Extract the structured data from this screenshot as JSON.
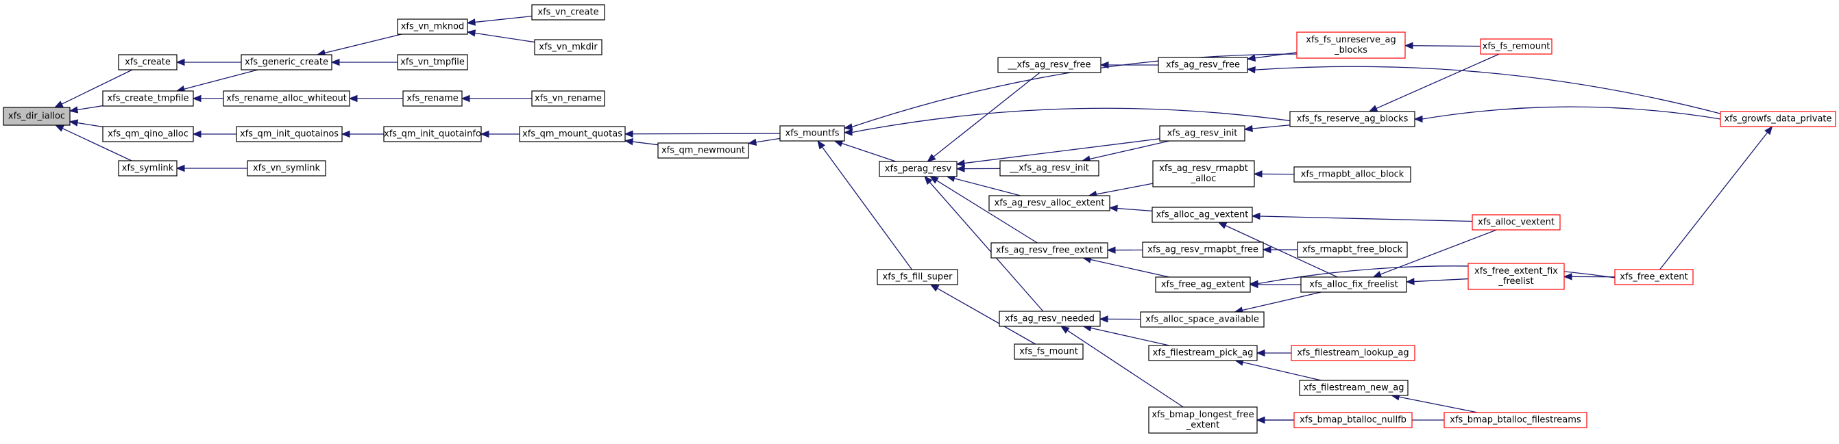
{
  "graph": {
    "colors": {
      "edge": "#191970",
      "truncated_border": "#ff0000",
      "root_fill": "#bfbfbf",
      "node_border": "#000000"
    },
    "nodes": [
      {
        "id": "xfs_dir_ialloc",
        "lines": [
          "xfs_dir_ialloc"
        ],
        "root": true
      },
      {
        "id": "xfs_create",
        "lines": [
          "xfs_create"
        ]
      },
      {
        "id": "xfs_create_tmpfile",
        "lines": [
          "xfs_create_tmpfile"
        ]
      },
      {
        "id": "xfs_qm_qino_alloc",
        "lines": [
          "xfs_qm_qino_alloc"
        ]
      },
      {
        "id": "xfs_symlink",
        "lines": [
          "xfs_symlink"
        ]
      },
      {
        "id": "xfs_generic_create",
        "lines": [
          "xfs_generic_create"
        ]
      },
      {
        "id": "xfs_rename_alloc_whiteout",
        "lines": [
          "xfs_rename_alloc_whiteout"
        ]
      },
      {
        "id": "xfs_qm_init_quotainos",
        "lines": [
          "xfs_qm_init_quotainos"
        ]
      },
      {
        "id": "xfs_vn_symlink",
        "lines": [
          "xfs_vn_symlink"
        ]
      },
      {
        "id": "xfs_vn_mknod",
        "lines": [
          "xfs_vn_mknod"
        ]
      },
      {
        "id": "xfs_vn_tmpfile",
        "lines": [
          "xfs_vn_tmpfile"
        ]
      },
      {
        "id": "xfs_rename",
        "lines": [
          "xfs_rename"
        ]
      },
      {
        "id": "xfs_qm_init_quotainfo",
        "lines": [
          "xfs_qm_init_quotainfo"
        ]
      },
      {
        "id": "xfs_vn_create",
        "lines": [
          "xfs_vn_create"
        ]
      },
      {
        "id": "xfs_vn_mkdir",
        "lines": [
          "xfs_vn_mkdir"
        ]
      },
      {
        "id": "xfs_vn_rename",
        "lines": [
          "xfs_vn_rename"
        ]
      },
      {
        "id": "xfs_qm_mount_quotas",
        "lines": [
          "xfs_qm_mount_quotas"
        ]
      },
      {
        "id": "xfs_qm_newmount",
        "lines": [
          "xfs_qm_newmount"
        ]
      },
      {
        "id": "xfs_mountfs",
        "lines": [
          "xfs_mountfs"
        ]
      },
      {
        "id": "xfs_fs_fill_super",
        "lines": [
          "xfs_fs_fill_super"
        ]
      },
      {
        "id": "xfs_fs_mount",
        "lines": [
          "xfs_fs_mount"
        ]
      },
      {
        "id": "xfs_perag_resv",
        "lines": [
          "xfs_perag_resv"
        ]
      },
      {
        "id": "__xfs_ag_resv_free",
        "lines": [
          "__xfs_ag_resv_free"
        ]
      },
      {
        "id": "__xfs_ag_resv_init",
        "lines": [
          "__xfs_ag_resv_init"
        ]
      },
      {
        "id": "xfs_ag_resv_alloc_extent",
        "lines": [
          "xfs_ag_resv_alloc_extent"
        ]
      },
      {
        "id": "xfs_ag_resv_free_extent",
        "lines": [
          "xfs_ag_resv_free_extent"
        ]
      },
      {
        "id": "xfs_ag_resv_needed",
        "lines": [
          "xfs_ag_resv_needed"
        ]
      },
      {
        "id": "xfs_ag_resv_free",
        "lines": [
          "xfs_ag_resv_free"
        ]
      },
      {
        "id": "xfs_ag_resv_init",
        "lines": [
          "xfs_ag_resv_init"
        ]
      },
      {
        "id": "xfs_ag_resv_rmapbt_alloc",
        "lines": [
          "xfs_ag_resv_rmapbt",
          "_alloc"
        ]
      },
      {
        "id": "xfs_alloc_ag_vextent",
        "lines": [
          "xfs_alloc_ag_vextent"
        ]
      },
      {
        "id": "xfs_ag_resv_rmapbt_free",
        "lines": [
          "xfs_ag_resv_rmapbt_free"
        ]
      },
      {
        "id": "xfs_free_ag_extent",
        "lines": [
          "xfs_free_ag_extent"
        ]
      },
      {
        "id": "xfs_alloc_space_available",
        "lines": [
          "xfs_alloc_space_available"
        ]
      },
      {
        "id": "xfs_filestream_pick_ag",
        "lines": [
          "xfs_filestream_pick_ag"
        ]
      },
      {
        "id": "xfs_bmap_longest_free_extent",
        "lines": [
          "xfs_bmap_longest_free",
          "_extent"
        ]
      },
      {
        "id": "xfs_fs_unreserve_ag_blocks",
        "lines": [
          "xfs_fs_unreserve_ag",
          "_blocks"
        ],
        "truncated": true
      },
      {
        "id": "xfs_fs_reserve_ag_blocks",
        "lines": [
          "xfs_fs_reserve_ag_blocks"
        ]
      },
      {
        "id": "xfs_rmapbt_alloc_block",
        "lines": [
          "xfs_rmapbt_alloc_block"
        ]
      },
      {
        "id": "xfs_rmapbt_free_block",
        "lines": [
          "xfs_rmapbt_free_block"
        ]
      },
      {
        "id": "xfs_alloc_fix_freelist",
        "lines": [
          "xfs_alloc_fix_freelist"
        ]
      },
      {
        "id": "xfs_filestream_new_ag",
        "lines": [
          "xfs_filestream_new_ag"
        ]
      },
      {
        "id": "xfs_fs_remount",
        "lines": [
          "xfs_fs_remount"
        ],
        "truncated": true
      },
      {
        "id": "xfs_alloc_vextent",
        "lines": [
          "xfs_alloc_vextent"
        ],
        "truncated": true
      },
      {
        "id": "xfs_free_extent_fix_freelist",
        "lines": [
          "xfs_free_extent_fix",
          "_freelist"
        ],
        "truncated": true
      },
      {
        "id": "xfs_filestream_lookup_ag",
        "lines": [
          "xfs_filestream_lookup_ag"
        ],
        "truncated": true
      },
      {
        "id": "xfs_bmap_btalloc_nullfb",
        "lines": [
          "xfs_bmap_btalloc_nullfb"
        ],
        "truncated": true
      },
      {
        "id": "xfs_bmap_btalloc_filestreams",
        "lines": [
          "xfs_bmap_btalloc_filestreams"
        ],
        "truncated": true
      },
      {
        "id": "xfs_free_extent",
        "lines": [
          "xfs_free_extent"
        ],
        "truncated": true
      },
      {
        "id": "xfs_growfs_data_private",
        "lines": [
          "xfs_growfs_data_private"
        ],
        "truncated": true
      }
    ],
    "edges": [
      {
        "from": "xfs_create",
        "to": "xfs_dir_ialloc"
      },
      {
        "from": "xfs_create_tmpfile",
        "to": "xfs_dir_ialloc"
      },
      {
        "from": "xfs_qm_qino_alloc",
        "to": "xfs_dir_ialloc"
      },
      {
        "from": "xfs_symlink",
        "to": "xfs_dir_ialloc"
      },
      {
        "from": "xfs_generic_create",
        "to": "xfs_create"
      },
      {
        "from": "xfs_generic_create",
        "to": "xfs_create_tmpfile"
      },
      {
        "from": "xfs_rename_alloc_whiteout",
        "to": "xfs_create_tmpfile"
      },
      {
        "from": "xfs_qm_init_quotainos",
        "to": "xfs_qm_qino_alloc"
      },
      {
        "from": "xfs_vn_symlink",
        "to": "xfs_symlink"
      },
      {
        "from": "xfs_vn_mknod",
        "to": "xfs_generic_create"
      },
      {
        "from": "xfs_vn_tmpfile",
        "to": "xfs_generic_create"
      },
      {
        "from": "xfs_rename",
        "to": "xfs_rename_alloc_whiteout"
      },
      {
        "from": "xfs_qm_init_quotainfo",
        "to": "xfs_qm_init_quotainos"
      },
      {
        "from": "xfs_vn_create",
        "to": "xfs_vn_mknod"
      },
      {
        "from": "xfs_vn_mkdir",
        "to": "xfs_vn_mknod"
      },
      {
        "from": "xfs_vn_rename",
        "to": "xfs_rename"
      },
      {
        "from": "xfs_qm_mount_quotas",
        "to": "xfs_qm_init_quotainfo"
      },
      {
        "from": "xfs_qm_newmount",
        "to": "xfs_qm_mount_quotas"
      },
      {
        "from": "xfs_mountfs",
        "to": "xfs_qm_mount_quotas"
      },
      {
        "from": "xfs_mountfs",
        "to": "xfs_qm_newmount"
      },
      {
        "from": "xfs_fs_unreserve_ag_blocks",
        "to": "xfs_mountfs"
      },
      {
        "from": "xfs_fs_reserve_ag_blocks",
        "to": "xfs_mountfs"
      },
      {
        "from": "xfs_fs_fill_super",
        "to": "xfs_mountfs"
      },
      {
        "from": "xfs_perag_resv",
        "to": "xfs_mountfs"
      },
      {
        "from": "xfs_fs_mount",
        "to": "xfs_fs_fill_super"
      },
      {
        "from": "__xfs_ag_resv_free",
        "to": "xfs_perag_resv"
      },
      {
        "from": "__xfs_ag_resv_init",
        "to": "xfs_perag_resv"
      },
      {
        "from": "xfs_ag_resv_init",
        "to": "xfs_perag_resv"
      },
      {
        "from": "xfs_ag_resv_alloc_extent",
        "to": "xfs_perag_resv"
      },
      {
        "from": "xfs_ag_resv_free_extent",
        "to": "xfs_perag_resv"
      },
      {
        "from": "xfs_ag_resv_needed",
        "to": "xfs_perag_resv"
      },
      {
        "from": "xfs_ag_resv_free",
        "to": "__xfs_ag_resv_free"
      },
      {
        "from": "xfs_ag_resv_init",
        "to": "__xfs_ag_resv_init"
      },
      {
        "from": "xfs_ag_resv_rmapbt_alloc",
        "to": "xfs_ag_resv_alloc_extent"
      },
      {
        "from": "xfs_alloc_ag_vextent",
        "to": "xfs_ag_resv_alloc_extent"
      },
      {
        "from": "xfs_ag_resv_rmapbt_free",
        "to": "xfs_ag_resv_free_extent"
      },
      {
        "from": "xfs_free_ag_extent",
        "to": "xfs_ag_resv_free_extent"
      },
      {
        "from": "xfs_alloc_space_available",
        "to": "xfs_ag_resv_needed"
      },
      {
        "from": "xfs_filestream_pick_ag",
        "to": "xfs_ag_resv_needed"
      },
      {
        "from": "xfs_bmap_longest_free_extent",
        "to": "xfs_ag_resv_needed"
      },
      {
        "from": "xfs_fs_unreserve_ag_blocks",
        "to": "xfs_ag_resv_free"
      },
      {
        "from": "xfs_growfs_data_private",
        "to": "xfs_ag_resv_free"
      },
      {
        "from": "xfs_fs_reserve_ag_blocks",
        "to": "xfs_ag_resv_init"
      },
      {
        "from": "xfs_rmapbt_alloc_block",
        "to": "xfs_ag_resv_rmapbt_alloc"
      },
      {
        "from": "xfs_alloc_vextent",
        "to": "xfs_alloc_ag_vextent"
      },
      {
        "from": "xfs_alloc_fix_freelist",
        "to": "xfs_alloc_ag_vextent"
      },
      {
        "from": "xfs_rmapbt_free_block",
        "to": "xfs_ag_resv_rmapbt_free"
      },
      {
        "from": "xfs_alloc_fix_freelist",
        "to": "xfs_free_ag_extent"
      },
      {
        "from": "xfs_free_extent",
        "to": "xfs_free_ag_extent"
      },
      {
        "from": "xfs_alloc_fix_freelist",
        "to": "xfs_alloc_space_available"
      },
      {
        "from": "xfs_filestream_lookup_ag",
        "to": "xfs_filestream_pick_ag"
      },
      {
        "from": "xfs_filestream_new_ag",
        "to": "xfs_filestream_pick_ag"
      },
      {
        "from": "xfs_bmap_btalloc_nullfb",
        "to": "xfs_bmap_longest_free_extent"
      },
      {
        "from": "xfs_bmap_btalloc_filestreams",
        "to": "xfs_bmap_longest_free_extent"
      },
      {
        "from": "xfs_fs_remount",
        "to": "xfs_fs_unreserve_ag_blocks"
      },
      {
        "from": "xfs_fs_remount",
        "to": "xfs_fs_reserve_ag_blocks"
      },
      {
        "from": "xfs_growfs_data_private",
        "to": "xfs_fs_reserve_ag_blocks"
      },
      {
        "from": "xfs_alloc_vextent",
        "to": "xfs_alloc_fix_freelist"
      },
      {
        "from": "xfs_free_extent_fix_freelist",
        "to": "xfs_alloc_fix_freelist"
      },
      {
        "from": "xfs_bmap_btalloc_filestreams",
        "to": "xfs_filestream_new_ag"
      },
      {
        "from": "xfs_free_extent",
        "to": "xfs_free_extent_fix_freelist"
      },
      {
        "from": "xfs_free_extent",
        "to": "xfs_growfs_data_private"
      }
    ]
  }
}
